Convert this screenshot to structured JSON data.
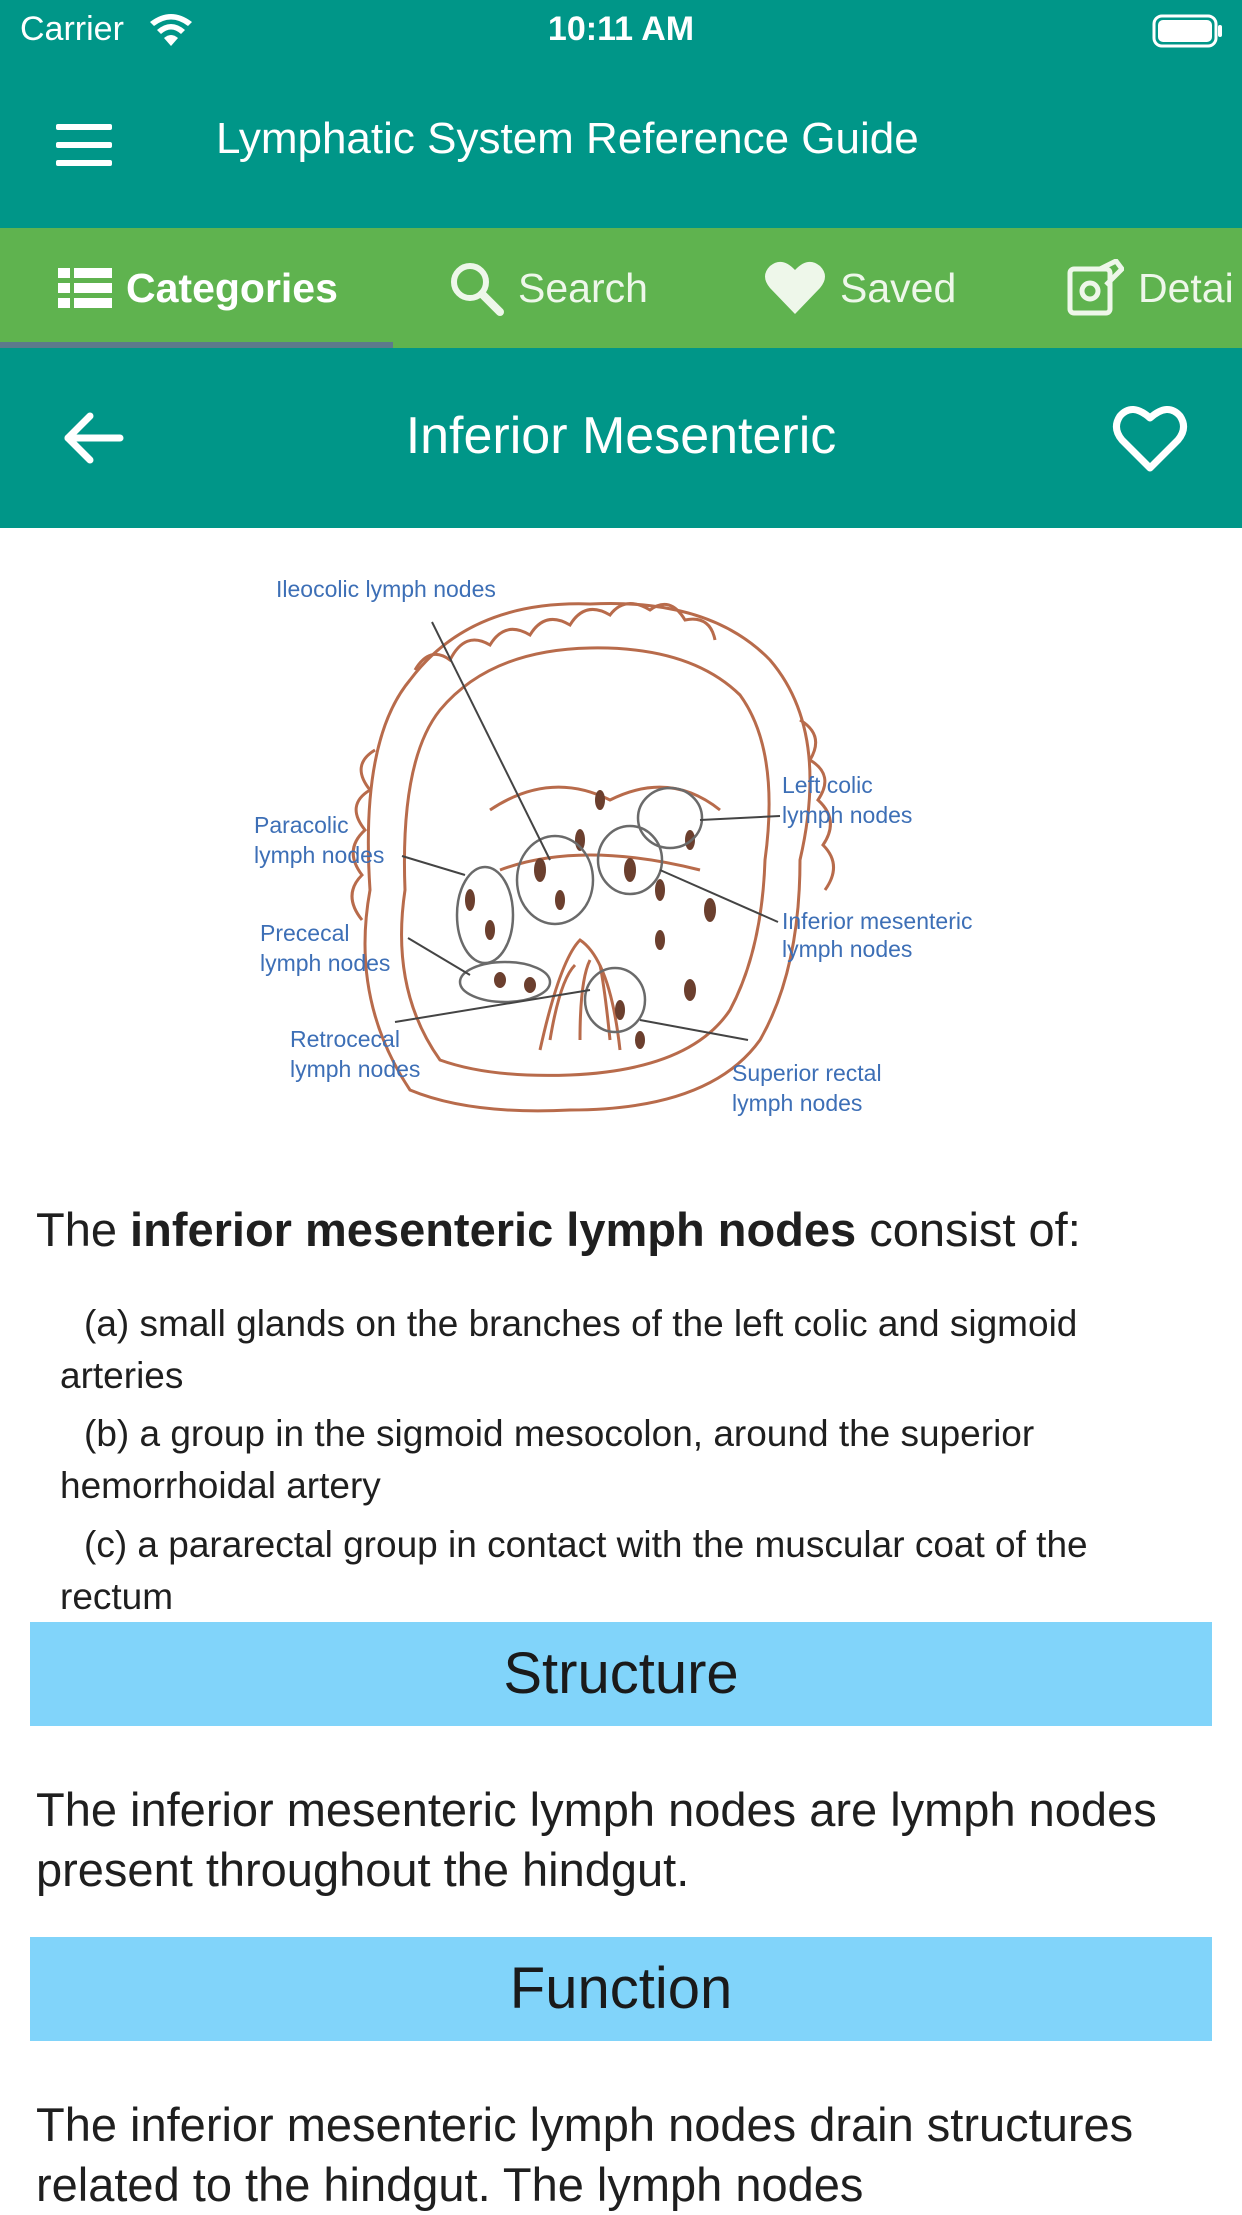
{
  "status_bar": {
    "carrier": "Carrier",
    "time": "10:11 AM"
  },
  "app_bar": {
    "title": "Lymphatic System Reference Guide",
    "menu_icon": "hamburger-menu-icon"
  },
  "tabs": [
    {
      "label": "Categories",
      "icon": "list-icon",
      "active": true
    },
    {
      "label": "Search",
      "icon": "search-icon",
      "active": false
    },
    {
      "label": "Saved",
      "icon": "heart-icon",
      "active": false
    },
    {
      "label": "Detai",
      "icon": "details-icon",
      "active": false
    }
  ],
  "detail": {
    "title": "Inferior Mesenteric",
    "back_icon": "arrow-left-icon",
    "favorite_icon": "heart-outline-icon"
  },
  "figure_labels": {
    "ileocolic": "Ileocolic lymph nodes",
    "left_colic_1": "Left colic",
    "left_colic_2": "lymph nodes",
    "paracolic_1": "Paracolic",
    "paracolic_2": "lymph nodes",
    "inferior_1": "Inferior mesenteric",
    "inferior_2": "lymph nodes",
    "prececal_1": "Prececal",
    "prececal_2": "lymph nodes",
    "retrocecal_1": "Retrocecal",
    "retrocecal_2": "lymph nodes",
    "superior_rectal_1": "Superior rectal",
    "superior_rectal_2": "lymph nodes"
  },
  "body": {
    "intro_prefix": "The ",
    "intro_bold": "inferior mesenteric lymph nodes",
    "intro_suffix": " consist of:",
    "items": [
      "(a) small glands on the branches of the left colic and sigmoid arteries",
      "(b) a group in the sigmoid mesocolon, around the superior hemorrhoidal artery",
      "(c) a pararectal group in contact with the muscular coat of the rectum"
    ],
    "sections": [
      {
        "heading": "Structure",
        "text": "The inferior mesenteric lymph nodes are lymph nodes present throughout the hindgut."
      },
      {
        "heading": "Function",
        "text": "The inferior mesenteric lymph nodes drain structures related to the hindgut. The lymph nodes"
      }
    ]
  },
  "colors": {
    "primary": "#009688",
    "tab_bar": "#5fb34f",
    "tab_indicator": "#5d7a8c",
    "section_header": "#81d4fa",
    "figure_label": "#3d6fb6",
    "figure_drawing": "#b86b4b"
  }
}
